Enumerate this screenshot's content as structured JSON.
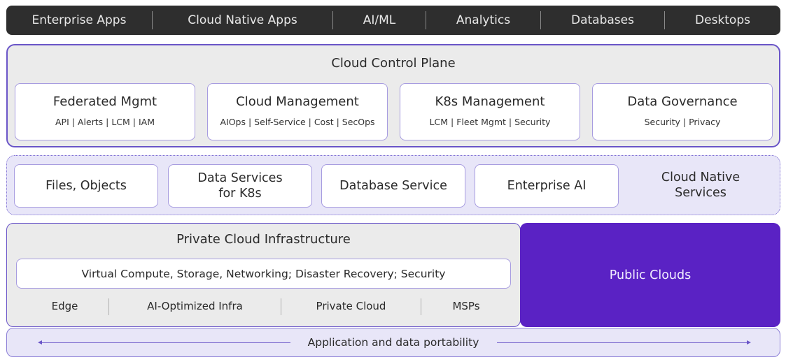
{
  "top_bar": {
    "items": [
      "Enterprise Apps",
      "Cloud Native Apps",
      "AI/ML",
      "Analytics",
      "Databases",
      "Desktops"
    ]
  },
  "cloud_control_plane": {
    "title": "Cloud Control Plane",
    "cards": [
      {
        "title": "Federated Mgmt",
        "sub": "API | Alerts | LCM | IAM"
      },
      {
        "title": "Cloud Management",
        "sub": "AIOps | Self-Service | Cost | SecOps"
      },
      {
        "title": "K8s Management",
        "sub": "LCM | Fleet Mgmt | Security"
      },
      {
        "title": "Data Governance",
        "sub": "Security | Privacy"
      }
    ]
  },
  "cloud_native_services": {
    "label_line1": "Cloud Native",
    "label_line2": "Services",
    "cards": [
      {
        "line1": "Files, Objects",
        "line2": ""
      },
      {
        "line1": "Data Services",
        "line2": "for K8s"
      },
      {
        "line1": "Database Service",
        "line2": ""
      },
      {
        "line1": "Enterprise AI",
        "line2": ""
      }
    ]
  },
  "private_cloud": {
    "title": "Private Cloud Infrastructure",
    "bar": "Virtual Compute, Storage, Networking; Disaster Recovery; Security",
    "items": [
      "Edge",
      "AI-Optimized Infra",
      "Private Cloud",
      "MSPs"
    ]
  },
  "public_clouds": {
    "label": "Public Clouds"
  },
  "portability": {
    "label": "Application and data portability"
  },
  "colors": {
    "accent_purple": "#5a22c4",
    "border_purple": "#6a55c8",
    "top_bar_bg": "#2e2e2e"
  }
}
